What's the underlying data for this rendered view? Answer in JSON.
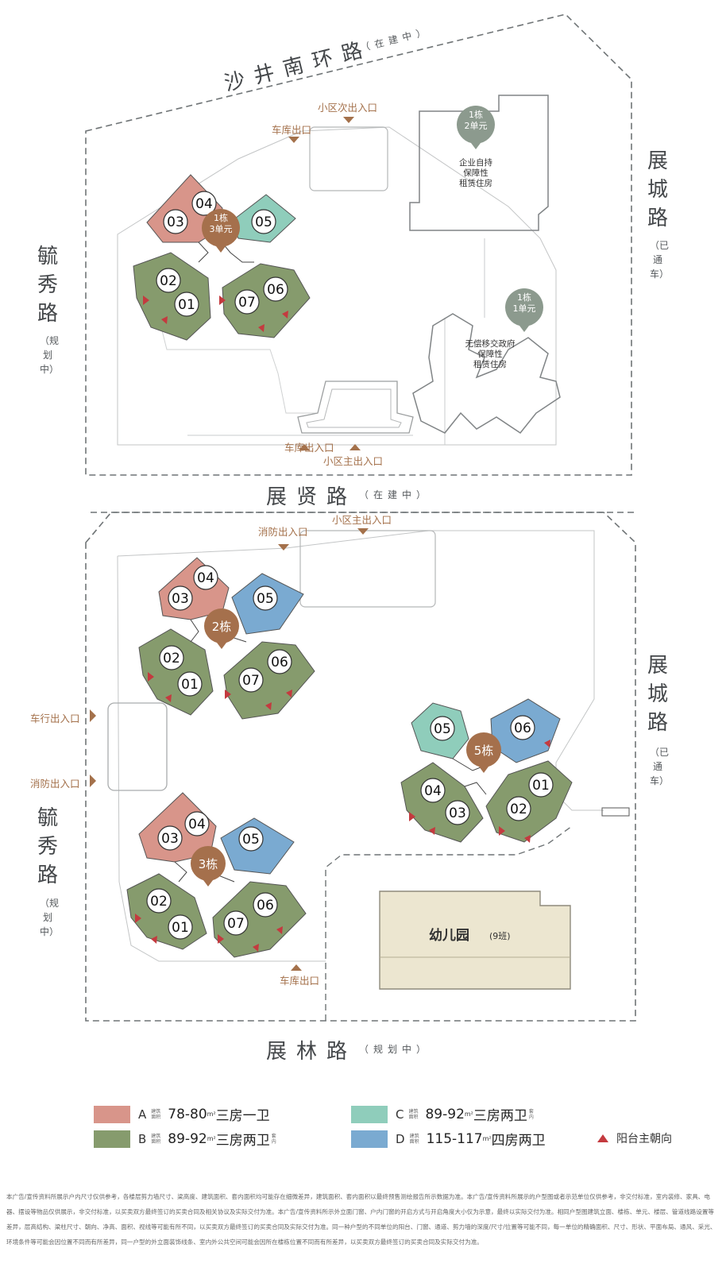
{
  "colors": {
    "A": "#d8958a",
    "B": "#869b6d",
    "C": "#8fcdbb",
    "D": "#7aaad1",
    "badge": "#a5704c",
    "badge_gray": "#8c9a8e",
    "balcony": "#c43a3f",
    "kinder": "#ece6d0"
  },
  "plot_north": {
    "roads": {
      "top": "沙井南环路",
      "top_note": "（在建中）",
      "right": "展城路",
      "right_note": "（已通车）",
      "left": "毓秀路",
      "left_note": "（规划中）"
    },
    "entries": {
      "secondary": "小区次出入口",
      "garage_top": "车库出口",
      "garage_bottom": "车库出入口",
      "main": "小区主出入口"
    },
    "b1_3": {
      "badge": "1栋\n3单元",
      "units": [
        "04",
        "03",
        "05",
        "02",
        "01",
        "07",
        "06"
      ]
    },
    "b1_2": {
      "badge": "1栋\n2单元",
      "label": "企业自持\n保障性\n租赁住房"
    },
    "b1_1": {
      "badge": "1栋\n1单元",
      "label": "无偿移交政府\n保障性\n租赁住房"
    }
  },
  "middle_road": {
    "name": "展贤路",
    "note": "（在建中）"
  },
  "plot_south": {
    "roads": {
      "right": "展城路",
      "right_note": "（已通车）",
      "left": "毓秀路",
      "left_note": "（规划中）",
      "bottom": "展林路",
      "bottom_note": "（规划中）"
    },
    "entries": {
      "fire_top": "消防出入口",
      "main": "小区主出入口",
      "car": "车行出入口",
      "fire_left": "消防出入口",
      "garage": "车库出口"
    },
    "b2": {
      "badge": "2栋",
      "units": [
        "04",
        "03",
        "05",
        "02",
        "01",
        "07",
        "06"
      ]
    },
    "b3": {
      "badge": "3栋",
      "units": [
        "04",
        "03",
        "05",
        "02",
        "01",
        "07",
        "06"
      ]
    },
    "b5": {
      "badge": "5栋",
      "units": [
        "05",
        "06",
        "04",
        "03",
        "01",
        "02"
      ]
    },
    "kindergarten": {
      "name": "幼儿园",
      "note": "(9班)"
    }
  },
  "legend": [
    {
      "letter": "A",
      "tag": "建筑\n面积",
      "area": "78-80",
      "unit": "m²",
      "type": "三房一卫",
      "extra": ""
    },
    {
      "letter": "B",
      "tag": "建筑\n面积",
      "area": "89-92",
      "unit": "m²",
      "type": "三房两卫",
      "extra": "套内"
    },
    {
      "letter": "C",
      "tag": "建筑\n面积",
      "area": "89-92",
      "unit": "m²",
      "type": "三房两卫",
      "extra": "套内"
    },
    {
      "letter": "D",
      "tag": "建筑\n面积",
      "area": "115-117",
      "unit": "m²",
      "type": "四房两卫",
      "extra": ""
    }
  ],
  "balcony_label": "阳台主朝向",
  "disclaimer": "本广告/宣传资料所展示户内尺寸仅供参考，各楼层剪力墙尺寸、梁高度、建筑面积、套内面积均可能存在细微差异，建筑面积、套内面积以最终预售测绘报告所示数据为准。本广告/宣传资料所展示的户型图或者示范单位仅供参考，非交付标准，室内装修、家具、电器、摆设等物品仅供展示，非交付标准，以买卖双方最终签订的买卖合同及相关协议及实际交付为准。本广告/宣传资料所示外立面门窗、户内门窗的开启方式与开启角度大小仅为示意，最终以实际交付为准。相同户型图建筑立面、楼栋、单元、楼层、管道线路设置等差异，层高结构、梁柱尺寸、朝向、净高、面积、视线等可能有所不同，以买卖双方最终签订的买卖合同及实际交付为准。同一种户型的不同单位的阳台、门窗、通道、剪力墙的深度/尺寸/位置等可能不同，每一单位的精确面积、尺寸、形状、平面布局、通风、采光、环境条件等可能会因位置不同而有所差异，同一户型的外立面装饰线条、室内外公共空间可能会因所在楼栋位置不同而有所差异，以买卖双方最终签订的买卖合同及实际交付为准。"
}
